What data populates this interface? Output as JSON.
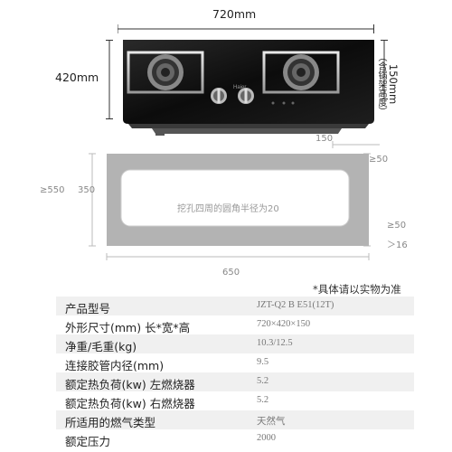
{
  "stove_diagram": {
    "width_label": "720mm",
    "depth_label": "420mm",
    "height_label": "150mm",
    "height_note": "（含锅架高度）",
    "brand": "Haier"
  },
  "cutout_diagram": {
    "top_dim": "150",
    "right_top_dim": "≥50",
    "left_outer_dim": "≥550",
    "left_inner_dim": "350",
    "center_note": "挖孔四周的圆角半径为20",
    "right_bottom_dim": "≥50",
    "right_bottom2_dim": "＞16",
    "bottom_dim": "650"
  },
  "note": "*具体请以实物为准",
  "specs": [
    {
      "label": "产品型号",
      "value": "JZT-Q2 B E51(12T)"
    },
    {
      "label": "外形尺寸(mm) 长*宽*高",
      "value": "720×420×150"
    },
    {
      "label": "净重/毛重(kg)",
      "value": "10.3/12.5"
    },
    {
      "label": "连接胶管内径(mm)",
      "value": "9.5"
    },
    {
      "label": "额定热负荷(kw) 左燃烧器",
      "value": "5.2"
    },
    {
      "label": "额定热负荷(kw) 右燃烧器",
      "value": "5.2"
    },
    {
      "label": "所适用的燃气类型",
      "value": "天然气"
    },
    {
      "label": "额定压力",
      "value": "2000"
    }
  ]
}
